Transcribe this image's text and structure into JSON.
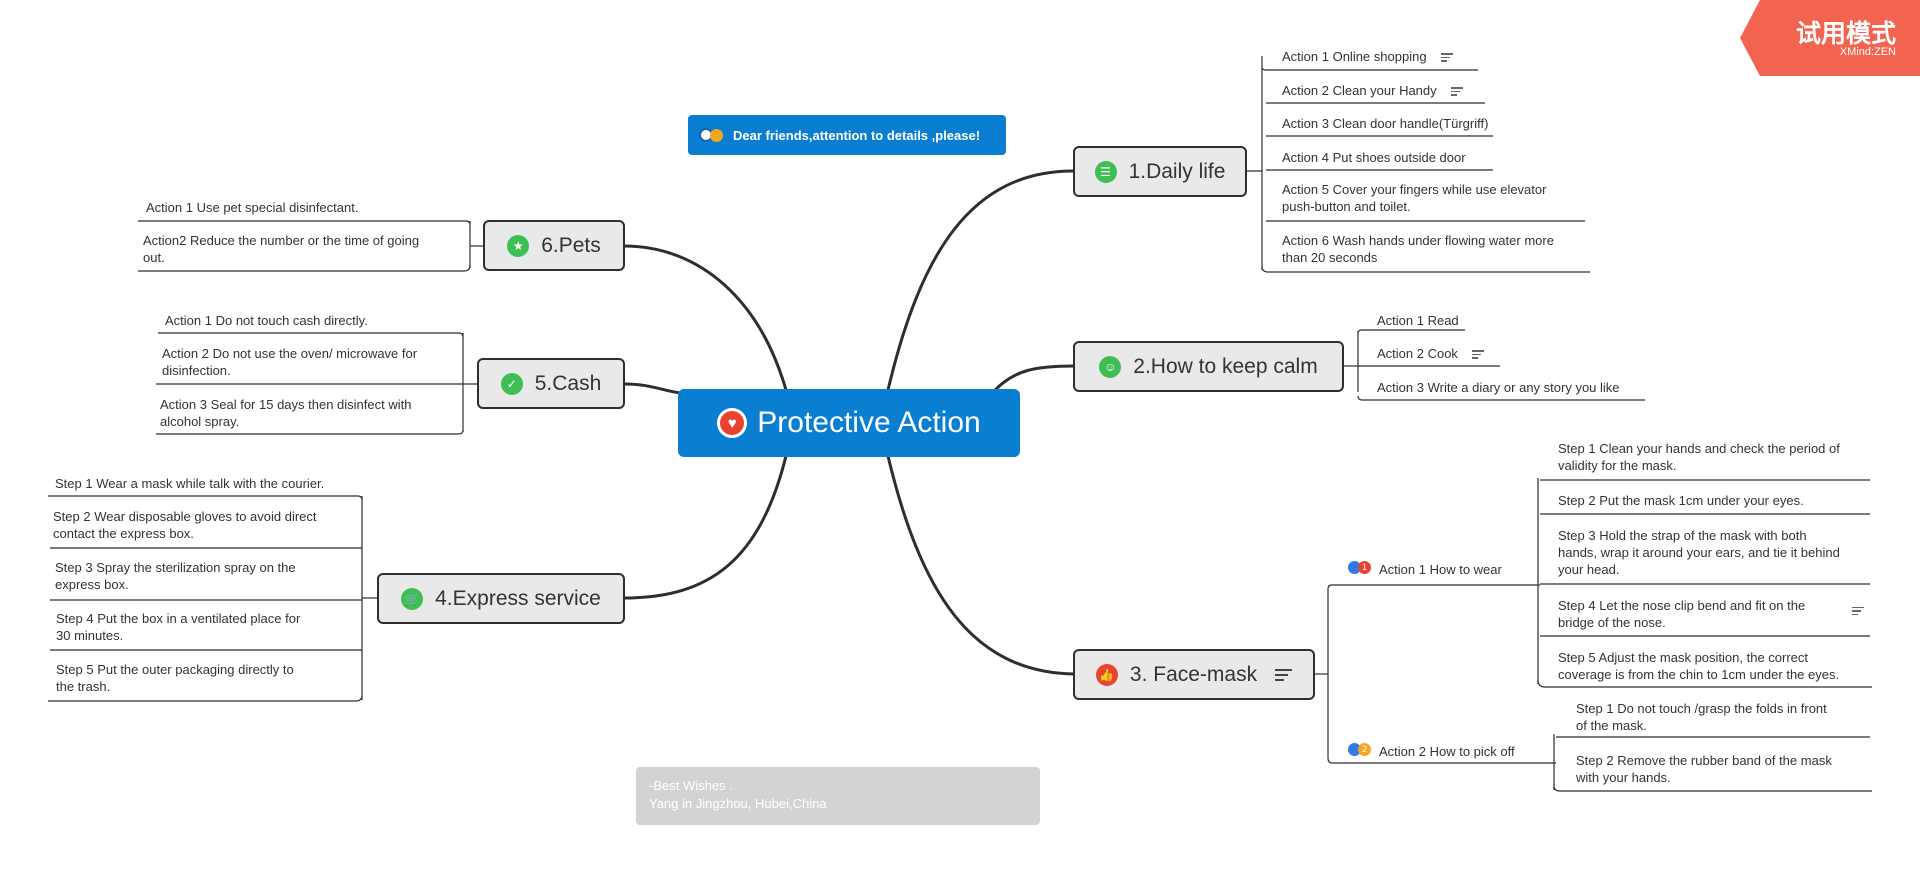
{
  "central": {
    "title": "Protective Action",
    "icon": "heart-icon"
  },
  "banner": {
    "text": "Dear friends,attention to details ,please!"
  },
  "wishes": {
    "line1": "-Best Wishes .",
    "line2": "Yang in Jingzhou, Hubei,China"
  },
  "watermark": {
    "title": "试用模式",
    "brand": "XMind:ZEN"
  },
  "topics": {
    "daily": {
      "label": "1.Daily life",
      "icon": "chat-icon",
      "items": [
        {
          "l1": "Action 1   Online shopping",
          "notes": true
        },
        {
          "l1": "Action 2  Clean your Handy",
          "notes": true
        },
        {
          "l1": "Action 3 Clean door handle(Türgriff)"
        },
        {
          "l1": "Action 4  Put shoes outside door"
        },
        {
          "l1": "Action 5 Cover your fingers while use elevator",
          "l2": "push-button and toilet."
        },
        {
          "l1": "Action 6 Wash hands under flowing water more",
          "l2": "than 20 seconds"
        }
      ]
    },
    "calm": {
      "label": "2.How to keep calm",
      "icon": "users-icon",
      "items": [
        {
          "l1": "Action 1 Read"
        },
        {
          "l1": "Action 2  Cook",
          "notes": true
        },
        {
          "l1": "Action 3 Write a diary or any story you like"
        }
      ]
    },
    "mask": {
      "label": "3. Face-mask",
      "icon": "thumbs-up-icon",
      "notes": true,
      "wear": {
        "label": "Action 1 How to wear",
        "badge": "1",
        "steps": [
          {
            "l1": "Step 1 Clean your hands and check the period of",
            "l2": "validity for the mask."
          },
          {
            "l1": "Step 2 Put the mask 1cm under your eyes."
          },
          {
            "l1": "Step 3 Hold the strap of the mask with both",
            "l2": "hands, wrap it around your ears, and tie it behind",
            "l3": "your head."
          },
          {
            "l1": "Step 4  Let the nose clip bend and fit on the",
            "l2": "bridge of the nose.",
            "notes": true
          },
          {
            "l1": "Step 5 Adjust the mask position, the correct",
            "l2": "coverage is from the chin to 1cm under the eyes."
          }
        ]
      },
      "pick": {
        "label": "Action 2 How to pick off",
        "badge": "2",
        "steps": [
          {
            "l1": "Step 1 Do not touch /grasp the folds  in front",
            "l2": "of the mask."
          },
          {
            "l1": "Step 2 Remove the rubber band of the mask",
            "l2": "with your hands."
          }
        ]
      }
    },
    "express": {
      "label": "4.Express service",
      "icon": "cart-icon",
      "items": [
        {
          "l1": "Step 1 Wear a mask while talk with the courier."
        },
        {
          "l1": "Step 2  Wear disposable gloves to avoid direct",
          "l2": "contact the express box."
        },
        {
          "l1": "Step 3 Spray the sterilization spray on the",
          "l2": "express box."
        },
        {
          "l1": "Step 4  Put the box in a ventilated place for",
          "l2": "30 minutes."
        },
        {
          "l1": "Step 5 Put the outer packaging directly to",
          "l2": "the trash."
        }
      ]
    },
    "cash": {
      "label": "5.Cash",
      "icon": "check-icon",
      "items": [
        {
          "l1": "Action 1 Do not touch cash directly."
        },
        {
          "l1": "Action 2 Do not use the oven/ microwave for",
          "l2": "disinfection."
        },
        {
          "l1": "Action 3 Seal for 15 days then disinfect with",
          "l2": "alcohol spray."
        }
      ]
    },
    "pets": {
      "label": "6.Pets",
      "icon": "star-icon",
      "items": [
        {
          "l1": "Action 1 Use pet special disinfectant."
        },
        {
          "l1": "Action2  Reduce the number or the time of going",
          "l2": "out."
        }
      ]
    }
  },
  "colors": {
    "central": "#0a7fd2",
    "topic_fill": "#e9e9e9",
    "icon_green": "#3fbe55",
    "icon_red": "#e8432f",
    "watermark": "#f26450",
    "wishes": "#d3d3d3"
  }
}
